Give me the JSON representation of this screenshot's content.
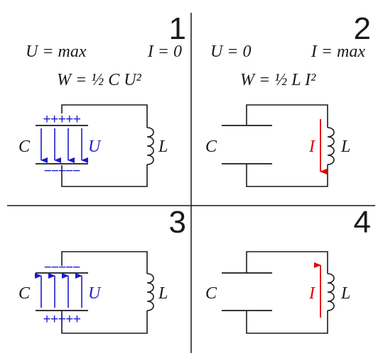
{
  "colors": {
    "ink": "#1a1a1a",
    "blue": "#1a1acc",
    "red": "#e00000",
    "background": "#ffffff"
  },
  "panels": [
    {
      "number": "1",
      "left_label": "U = max",
      "right_label": "I = 0",
      "energy": "W = ½ C U²",
      "cap_label": "C",
      "ind_label": "L",
      "top_charge": "+++++",
      "bottom_charge": "−−−−−",
      "field_label": "U"
    },
    {
      "number": "2",
      "left_label": "U = 0",
      "right_label": "I = max",
      "energy": "W = ½ L I²",
      "cap_label": "C",
      "ind_label": "L",
      "current_label": "I"
    },
    {
      "number": "3",
      "cap_label": "C",
      "ind_label": "L",
      "top_charge": "−−−−−",
      "bottom_charge": "+++++",
      "field_label": "U"
    },
    {
      "number": "4",
      "cap_label": "C",
      "ind_label": "L",
      "current_label": "I"
    }
  ]
}
